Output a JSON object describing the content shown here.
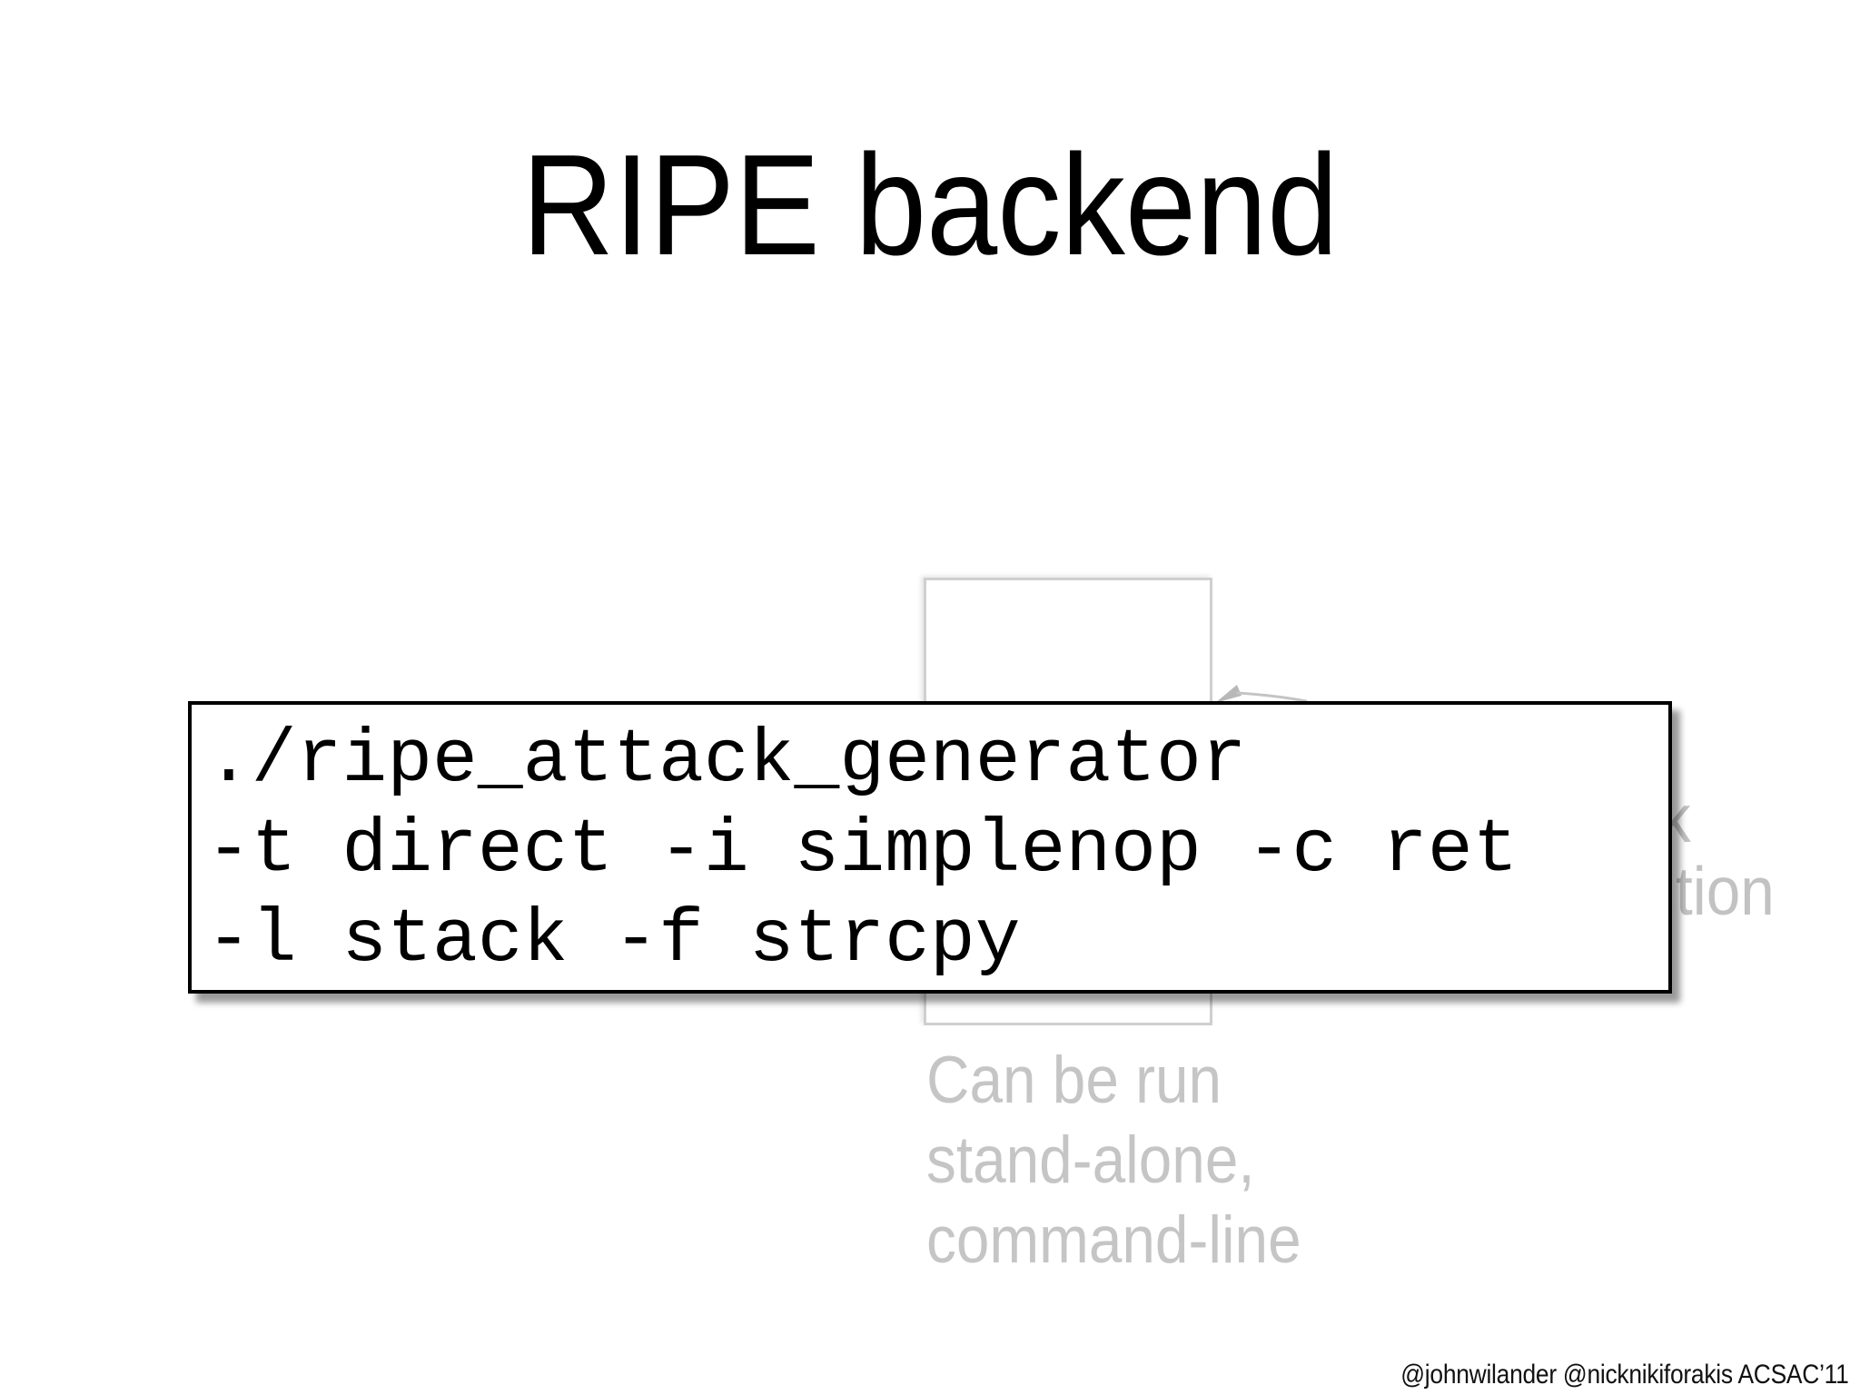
{
  "title": "RIPE backend",
  "code_box": {
    "lines": [
      "./ripe_attack_generator",
      "-t direct -i simplenop -c ret",
      "-l stack -f strcpy"
    ]
  },
  "background_diagram": {
    "obscured_fragments": {
      "line1": "k",
      "line2": "tion"
    },
    "caption_lines": [
      "Can be run",
      "stand-alone,",
      "command-line"
    ]
  },
  "footer": {
    "credit": "@johnwilander @nicknikiforakis ACSAC’11"
  },
  "colors": {
    "background": "#ffffff",
    "text_black": "#000000",
    "gray_text": "#c5c5c5",
    "gray_border": "#cfcfcf",
    "code_border": "#000000"
  }
}
